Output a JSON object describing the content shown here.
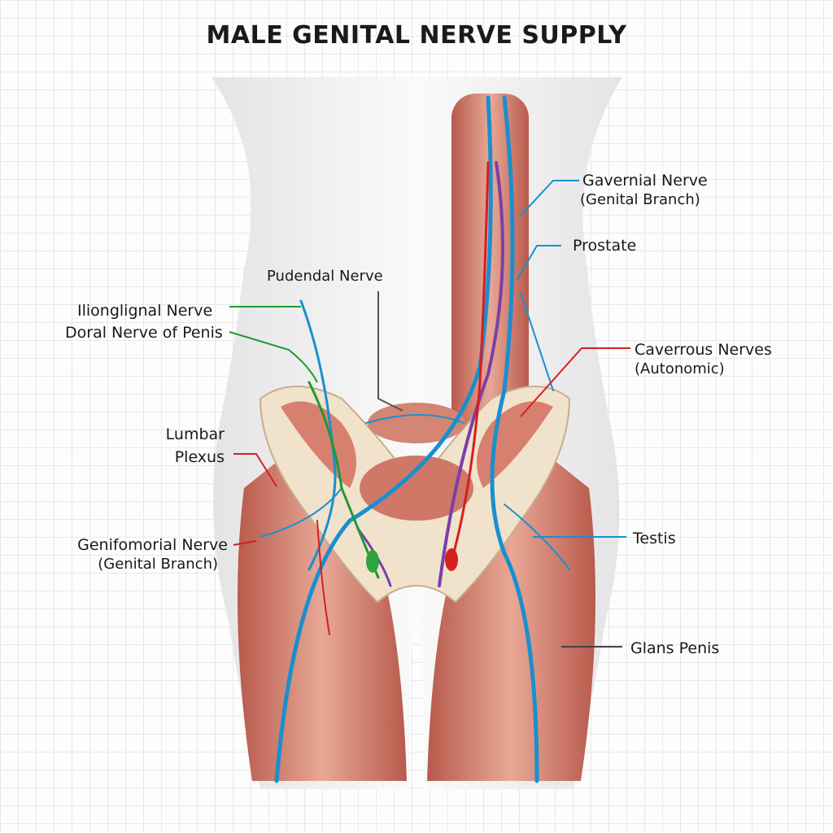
{
  "title": "MALE GENITAL NERVE SUPPLY",
  "labels": {
    "gavernial": {
      "line1": "Gavernial Nerve",
      "line2": "(Genital Branch)"
    },
    "prostate": "Prostate",
    "pudendal": "Pudendal Nerve",
    "ilionglignal": "Ilionglignal Nerve",
    "doral": "Doral Nerve of Penis",
    "caverrous": {
      "line1": "Caverrous Nerves",
      "line2": "(Autonomic)"
    },
    "lumbar": {
      "line1": "Lumbar",
      "line2": "Plexus"
    },
    "genifomorial": {
      "line1": "Genifomorial Nerve",
      "line2": "(Genital Branch)"
    },
    "testis": "Testis",
    "glans": "Glans Penis"
  },
  "colors": {
    "nerve_blue": "#1a8fd0",
    "nerve_purple": "#7b3fa8",
    "nerve_red": "#d42020",
    "nerve_green": "#1f9a2e",
    "muscle": "#c8685a",
    "bone": "#f1e2cc"
  }
}
